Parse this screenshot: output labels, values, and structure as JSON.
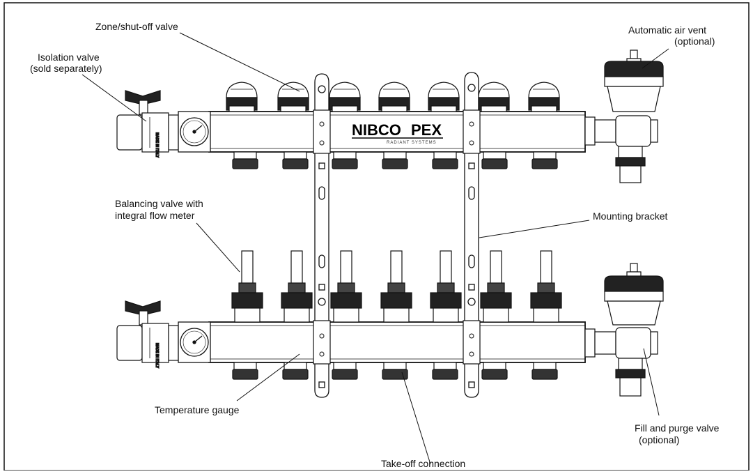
{
  "labels": {
    "zone_valve": "Zone/shut-off valve",
    "isolation_valve_1": "Isolation valve",
    "isolation_valve_2": "(sold separately)",
    "air_vent_1": "Automatic air vent",
    "air_vent_2": "(optional)",
    "balancing_valve_1": "Balancing valve with",
    "balancing_valve_2": "integral flow meter",
    "mounting_bracket": "Mounting bracket",
    "temperature_gauge": "Temperature gauge",
    "takeoff_connection": "Take-off connection",
    "fill_purge_1": "Fill and purge valve",
    "fill_purge_2": "(optional)"
  },
  "brand": {
    "name_left": "NIBCO",
    "name_right": "PEX",
    "tagline": "RADIANT SYSTEMS"
  },
  "ball_valve_marking": "MADE IN ITALY"
}
